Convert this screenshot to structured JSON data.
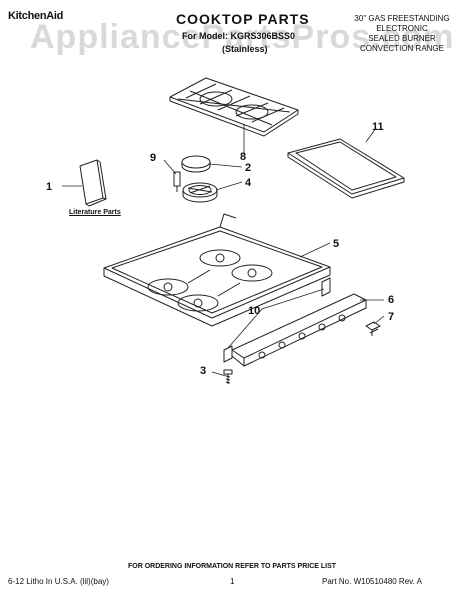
{
  "header": {
    "brand": "KitchenAid",
    "title": "COOKTOP PARTS",
    "model_line": "For Model: KGRS306BSS0",
    "finish": "(Stainless)",
    "description": [
      "30\" GAS FREESTANDING",
      "ELECTRONIC",
      "SEALED BURNER",
      "CONVECTION RANGE"
    ]
  },
  "watermark": "AppliancePartsPros.com",
  "diagram": {
    "literature_label": "Literature Parts",
    "callouts": [
      "1",
      "2",
      "3",
      "4",
      "5",
      "6",
      "7",
      "8",
      "9",
      "10",
      "11"
    ]
  },
  "footer": {
    "order_info": "FOR ORDERING INFORMATION REFER TO PARTS PRICE LIST",
    "litho": "6-12 Litho In U.S.A. (lil)(bay)",
    "page": "1",
    "part_no": "Part No. W10510480 Rev. A"
  }
}
